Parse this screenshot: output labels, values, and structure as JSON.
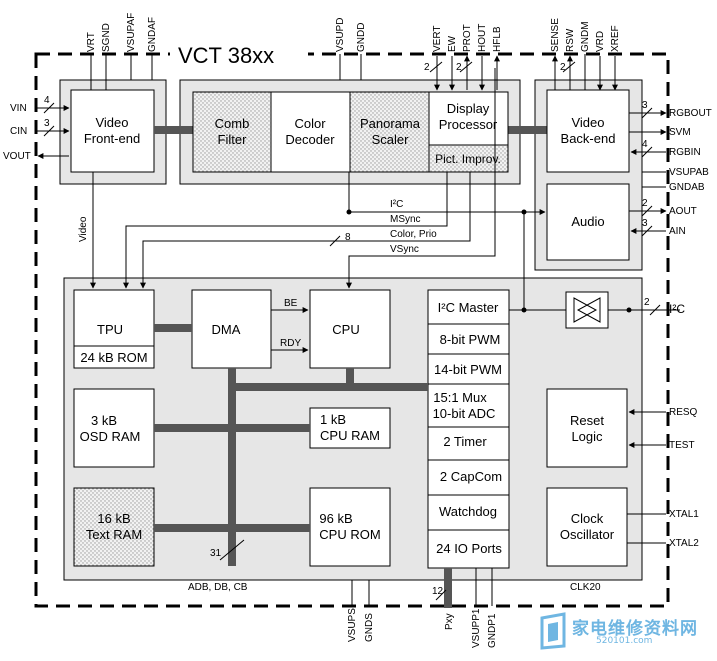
{
  "title": "VCT 38xx",
  "top_pins": {
    "vrt": "VRT",
    "sgnd": "SGND",
    "vsupaf": "VSUPAF",
    "gndaf": "GNDAF",
    "vsupd": "VSUPD",
    "gndd": "GNDD",
    "vert": "VERT",
    "ew": "EW",
    "prot": "PROT",
    "hout": "HOUT",
    "hflb": "HFLB",
    "sense": "SENSE",
    "rsw": "RSW",
    "gndm": "GNDM",
    "vrd": "VRD",
    "xref": "XREF"
  },
  "left_pins": {
    "vin": "VIN",
    "cin": "CIN",
    "vout": "VOUT"
  },
  "right_pins": {
    "rgbout": "RGBOUT",
    "svm": "SVM",
    "rgbin": "RGBIN",
    "vsupab": "VSUPAB",
    "gndab": "GNDAB",
    "aout": "AOUT",
    "ain": "AIN",
    "i2c": "I²C",
    "resq": "RESQ",
    "test": "TEST",
    "xtal1": "XTAL1",
    "xtal2": "XTAL2"
  },
  "bottom_pins": {
    "vsups": "VSUPS",
    "gnds": "GNDS",
    "pxy": "Pxy",
    "vsupp1": "VSUPP1",
    "gndp1": "GNDP1"
  },
  "bus_counts": {
    "vin": "4",
    "cin": "3",
    "vert": "2",
    "prot": "2",
    "rsw": "2",
    "rgbout": "3",
    "rgbin": "4",
    "aout": "2",
    "ain": "3",
    "color_prio": "8",
    "i2c_ext": "2",
    "adb": "31",
    "pxy": "12"
  },
  "blocks": {
    "video_frontend": [
      "Video",
      "Front-end"
    ],
    "comb_filter": [
      "Comb",
      "Filter"
    ],
    "color_decoder": [
      "Color",
      "Decoder"
    ],
    "panorama_scaler": [
      "Panorama",
      "Scaler"
    ],
    "display_processor": [
      "Display",
      "Processor"
    ],
    "pict_improv": "Pict. Improv.",
    "video_backend": [
      "Video",
      "Back-end"
    ],
    "audio": "Audio",
    "tpu": "TPU",
    "tpu_rom": "24 kB ROM",
    "dma": "DMA",
    "cpu": "CPU",
    "osd_ram": [
      "3 kB",
      "OSD RAM"
    ],
    "cpu_ram": [
      "1 kB",
      "CPU RAM"
    ],
    "text_ram": [
      "16 kB",
      "Text RAM"
    ],
    "cpu_rom": [
      "96 kB",
      "CPU ROM"
    ],
    "i2c_master": "I²C Master",
    "pwm8": "8-bit PWM",
    "pwm14": "14-bit PWM",
    "mux_adc": [
      "15:1 Mux",
      "10-bit ADC"
    ],
    "timer": "2 Timer",
    "capcom": "2 CapCom",
    "watchdog": "Watchdog",
    "io_ports": "24 IO Ports",
    "reset_logic": [
      "Reset",
      "Logic"
    ],
    "clock_osc": [
      "Clock",
      "Oscillator"
    ]
  },
  "signals": {
    "video": "Video",
    "i2c": "I²C",
    "msync": "MSync",
    "color_prio": "Color, Prio",
    "vsync": "VSync",
    "be": "BE",
    "rdy": "RDY",
    "adb_db_cb": "ADB, DB, CB",
    "clk20": "CLK20"
  },
  "watermark": {
    "text": "家电维修资料网",
    "sub": "520101.com"
  }
}
